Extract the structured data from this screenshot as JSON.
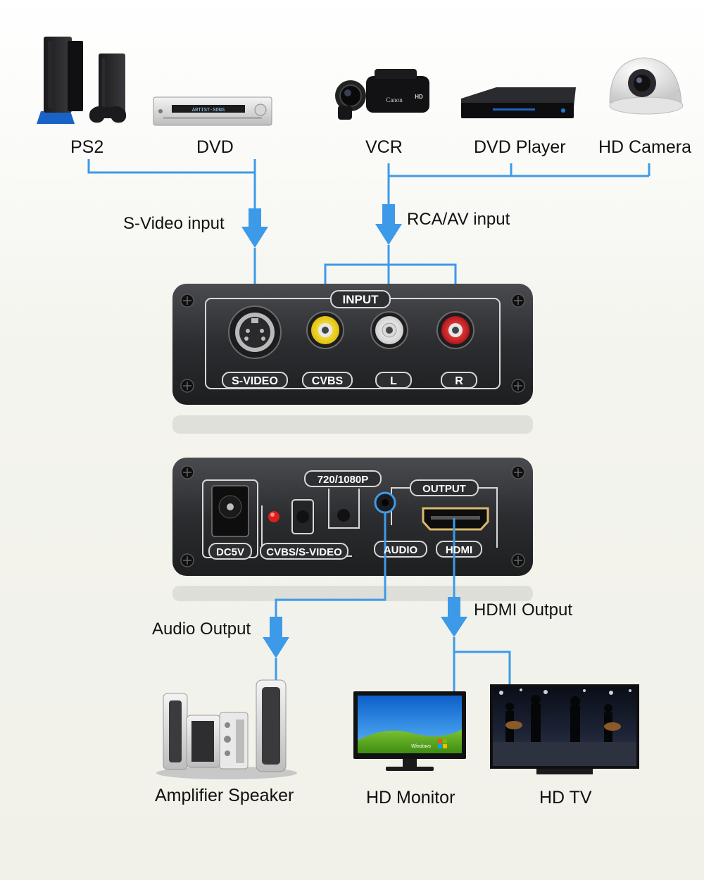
{
  "sources": {
    "ps2": "PS2",
    "dvd": "DVD",
    "vcr": "VCR",
    "dvd_player": "DVD Player",
    "hd_camera": "HD Camera"
  },
  "device_text": {
    "dvd_display": "ARTIST-SONG",
    "camcorder_brand": "Canon",
    "camcorder_badge": "HD",
    "monitor_logo": "Windows"
  },
  "flows": {
    "svideo_input": "S-Video input",
    "rca_av_input": "RCA/AV input",
    "audio_output": "Audio Output",
    "hdmi_output": "HDMI Output"
  },
  "input_panel": {
    "title": "INPUT",
    "ports": [
      "S-VIDEO",
      "CVBS",
      "L",
      "R"
    ]
  },
  "output_panel": {
    "resolution": "720/1080P",
    "title": "OUTPUT",
    "labels": [
      "DC5V",
      "CVBS/S-VIDEO",
      "AUDIO",
      "HDMI"
    ]
  },
  "destinations": {
    "speaker": "Amplifier Speaker",
    "monitor": "HD Monitor",
    "tv": "HD TV"
  },
  "colors": {
    "connector_line": "#3d9ae8",
    "box_body": "#2f3033",
    "panel_outline": "#d8d8d8",
    "rca_yellow": "#f2d21b",
    "rca_white": "#f0f0f0",
    "rca_red": "#d9242a",
    "led_red": "#d8201e"
  }
}
